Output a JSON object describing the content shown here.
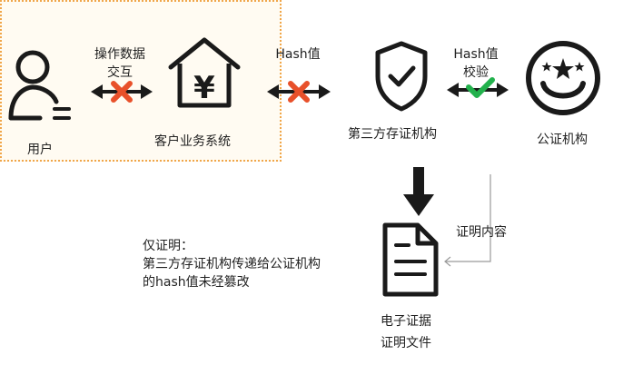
{
  "nodes": {
    "user": "用户",
    "business_system": "客户业务系统",
    "storage": "第三方存证机构",
    "notary": "公证机构",
    "certificate_line1": "电子证据",
    "certificate_line2": "证明文件"
  },
  "edges": {
    "user_business": {
      "line1": "操作数据",
      "line2": "交互",
      "status": "blocked"
    },
    "business_storage": {
      "line1": "Hash值",
      "status": "blocked"
    },
    "storage_notary": {
      "line1": "Hash值",
      "line2": "校验",
      "status": "verified"
    },
    "notary_certificate": {
      "label": "证明内容"
    }
  },
  "note": {
    "line1": "仅证明：",
    "line2": "第三方存证机构传递给公证机构",
    "line3": "的hash值未经篡改"
  },
  "colors": {
    "blocked": "#e8502a",
    "verified": "#22b14c",
    "box_border": "#f0a64a",
    "box_fill": "#fffbf2",
    "icon": "#1a1a1a",
    "connector": "#9a9a9a"
  },
  "icons": [
    "user-icon",
    "bank-icon",
    "shield-check-icon",
    "smiley-stars-icon",
    "document-icon"
  ]
}
